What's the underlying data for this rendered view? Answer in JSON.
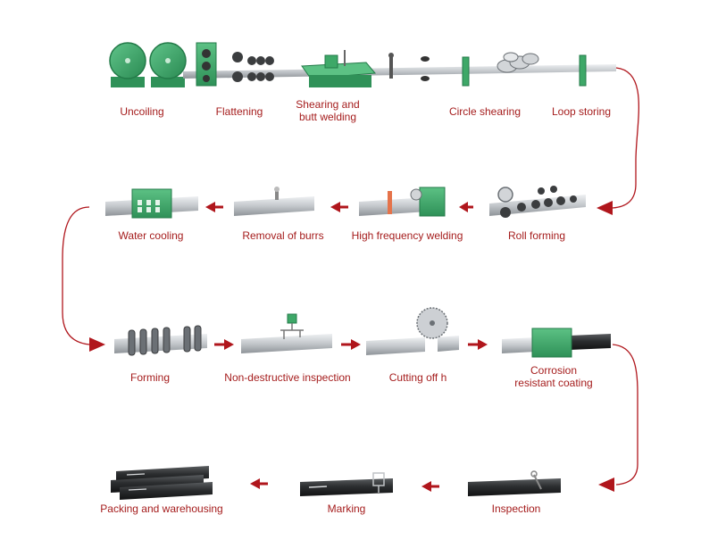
{
  "colors": {
    "label": "#a51d1d",
    "arrow": "#b0161c",
    "machine": "#3ea868",
    "machine_dark": "#237a48",
    "steel": "#c9ccd0",
    "pipe_dark": "#2a2c2e"
  },
  "stages": {
    "uncoiling": "Uncoiling",
    "flattening": "Flattening",
    "shearing": "Shearing and\nbutt welding",
    "circle_shearing": "Circle shearing",
    "loop_storing": "Loop storing",
    "water_cooling": "Water cooling",
    "removal_burrs": "Removal of burrs",
    "hf_welding": "High frequency welding",
    "roll_forming": "Roll forming",
    "forming": "Forming",
    "ndt": "Non-destructive inspection",
    "cutting": "Cutting off h",
    "coating": "Corrosion\nresistant coating",
    "packing": "Packing and warehousing",
    "marking": "Marking",
    "inspection": "Inspection"
  }
}
